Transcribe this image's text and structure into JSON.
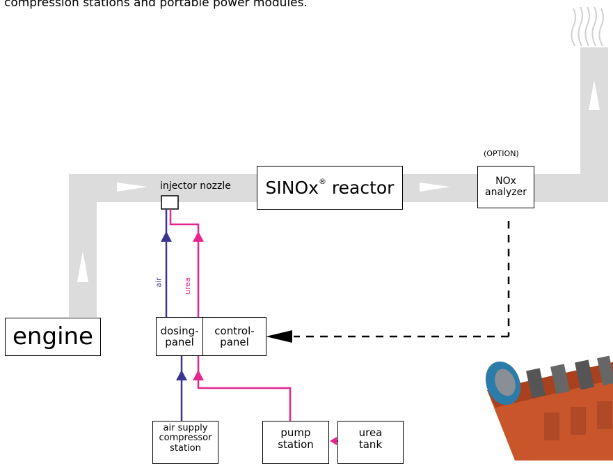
{
  "caption": "compression stations and portable power modules.",
  "labels": {
    "injector_nozzle": "injector nozzle",
    "option": "(OPTION)",
    "air": "air",
    "urea": "urea"
  },
  "boxes": {
    "engine": "engine",
    "reactor_name": "SINOx",
    "reactor_reg": "®",
    "reactor_suffix": " reactor",
    "nox_line1": "NOx",
    "nox_line2": "analyzer",
    "dosing_line1": "dosing-",
    "dosing_line2": "panel",
    "control_line1": "control-",
    "control_line2": "panel",
    "air_supply_line1": "air supply",
    "air_supply_line2": "compressor",
    "air_supply_line3": "station",
    "pump_line1": "pump",
    "pump_line2": "station",
    "urea_tank_line1": "urea",
    "urea_tank_line2": "tank"
  },
  "colors": {
    "duct": "#dcdcdc",
    "air_line": "#3b3591",
    "urea_line": "#e5258c",
    "signal_line": "#000000",
    "engine_body": "#c9552b"
  },
  "icons": [
    "exhaust-smoke-icon",
    "flow-arrow-icon",
    "engine-photo"
  ]
}
